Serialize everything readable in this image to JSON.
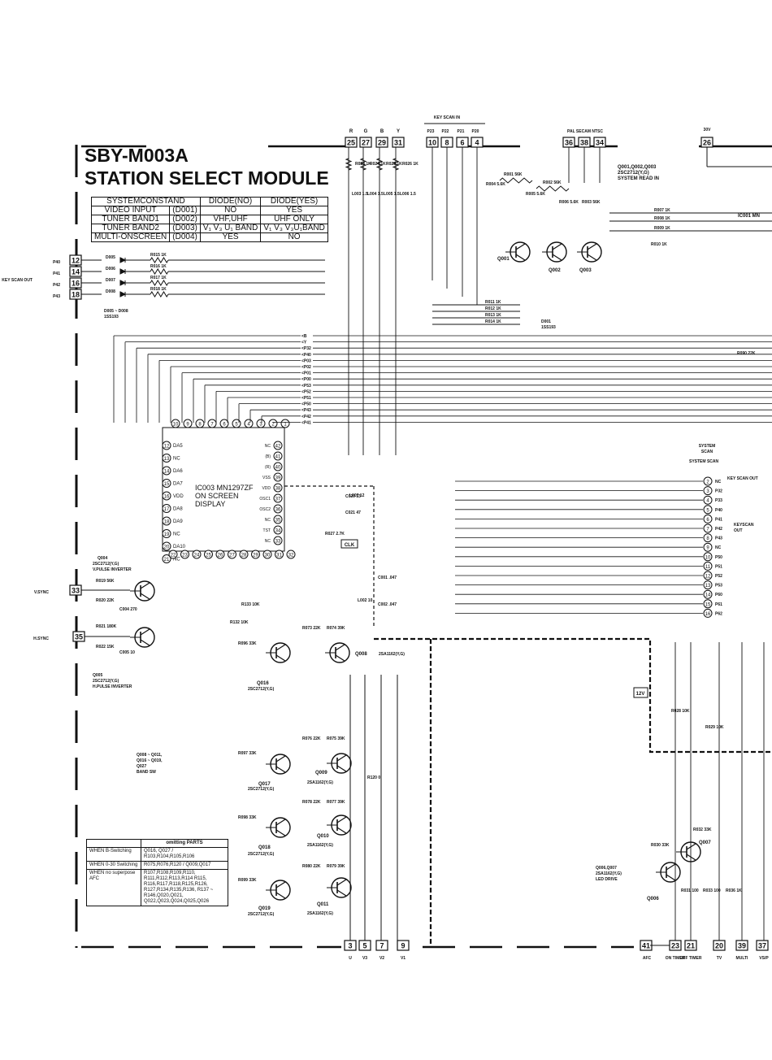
{
  "header": {
    "doc_code": "SBY-M003A",
    "title": "STATION SELECT MODULE"
  },
  "config_table": {
    "columns": [
      "SYSTEMCONSTAND",
      "DIODE(NO)",
      "DIODE(YES)"
    ],
    "rows": [
      {
        "label": "VIDEO INPUT",
        "ref": "(D001)",
        "no": "NO",
        "yes": "YES"
      },
      {
        "label": "TUNER BAND1",
        "ref": "(D002)",
        "no": "VHF,UHF",
        "yes": "UHF ONLY"
      },
      {
        "label": "TUNER BAND2",
        "ref": "(D003)",
        "no": "V₁ V₃ U₁ BAND",
        "yes": "V₁ V₃ V₃U₁BAND"
      },
      {
        "label": "MULTI-ONSCREEN",
        "ref": "(D004)",
        "no": "YES",
        "yes": "NO"
      }
    ]
  },
  "top_connectors": {
    "rgb_labels": [
      "R",
      "G",
      "B",
      "Y"
    ],
    "rgb_pins": [
      "25",
      "27",
      "29",
      "31"
    ],
    "key_scan_in_label": "KEY SCAN IN",
    "key_scan_ports": [
      "P23",
      "P22",
      "P21",
      "P20"
    ],
    "key_scan_pins": [
      "10",
      "8",
      "6",
      "4"
    ],
    "system_label": "PAL SECAM NTSC",
    "system_pins": [
      "36",
      "38",
      "34"
    ],
    "v30_label": "30V",
    "v30_pin": "26"
  },
  "left_connectors": {
    "key_scan_out_label": "KEY SCAN OUT",
    "ports": [
      "P40",
      "P41",
      "P42",
      "P43"
    ],
    "pins": [
      "12",
      "14",
      "16",
      "18"
    ],
    "vsync": {
      "label": "V.SYNC",
      "pin": "33"
    },
    "hsync": {
      "label": "H.SYNC",
      "pin": "35"
    }
  },
  "bottom_connectors": {
    "band_pins": [
      "3",
      "5",
      "7",
      "9"
    ],
    "band_labels": [
      "U",
      "V3",
      "V2",
      "V1"
    ],
    "right_pins": [
      "41",
      "23",
      "21",
      "20",
      "39",
      "37"
    ],
    "right_labels": [
      "AFC",
      "ON TIMER",
      "OFF TIMER",
      "TV",
      "MULTI",
      "VS/P"
    ]
  },
  "ic003": {
    "name": "IC003 MN1297ZF",
    "function_line1": "ON SCREEN",
    "function_line2": "DISPLAY"
  },
  "ic001": {
    "name_partial": "IC001 MN",
    "system_scan": "SYSTEM SCAN",
    "key_scan_out": "KEY SCAN OUT",
    "keyscan_out": "KEYSCAN OUT"
  },
  "notes": {
    "system_read_in": [
      "Q001,Q002,Q003",
      "2SC2712(Y,G)",
      "SYSTEM READ IN"
    ],
    "diodes": [
      "D005 ~ D008",
      "1SS193"
    ],
    "band_sw": [
      "Q008 ~ Q011,",
      "Q016 ~ Q019,",
      "Q027",
      "BAND SW"
    ],
    "led_drive": [
      "Q006,Q007",
      "2SA1162(Y,G)",
      "LED DRIVE"
    ],
    "q004": [
      "Q004",
      "2SC2712(Y,G)",
      "V.PULSE INVERTER"
    ],
    "q005": [
      "Q005",
      "2SC2712(Y,G)",
      "H.PULSE INVERTER"
    ],
    "power_12v": "12V",
    "clk": "CLK"
  },
  "omit_table": {
    "header": "omitting PARTS",
    "rows": [
      {
        "when": "WHEN B-Switching",
        "parts": "Q016, Q027 / R103,R104,R105,R106"
      },
      {
        "when": "WHEN 0-30 Switching",
        "parts": "R075,R076,R120 / Q009,Q017"
      },
      {
        "when": "WHEN no superpose AFC",
        "parts": "R107,R108,R109,R110, R111,R112,R113,R114 R115, R116,R117,R118,R125,R126, R127,R134,R135,R136, R137 ~ R146,Q020,Q021, Q022,Q023,Q024,Q025,Q026"
      }
    ]
  },
  "ic003_pins": {
    "top": [
      "10",
      "9",
      "8",
      "7",
      "6",
      "5",
      "4",
      "3",
      "2",
      "1"
    ],
    "left": [
      "12",
      "13",
      "14",
      "15",
      "16",
      "17",
      "18",
      "19",
      "20",
      "21"
    ],
    "right": [
      "42",
      "41",
      "40",
      "39",
      "38",
      "37",
      "36",
      "35",
      "34",
      "33"
    ],
    "bottom": [
      "22",
      "23",
      "24",
      "25",
      "26",
      "27",
      "28",
      "29",
      "30",
      "31",
      "32"
    ]
  },
  "ic003_left_labels": [
    "DA5",
    "NC",
    "DA6",
    "DA7",
    "VDD",
    "DA8",
    "DA9",
    "NC",
    "DA10",
    "NC"
  ],
  "ic003_right_labels": [
    "NC",
    "(B)",
    "(R)",
    "VSS",
    "VDD",
    "OSC1",
    "OSC2",
    "NC",
    "TST",
    "NC"
  ],
  "ic001_left_labels": [
    "NC",
    "P32",
    "P33",
    "P40",
    "P41",
    "P42",
    "P43",
    "NC",
    "P50",
    "P51",
    "P52",
    "P53",
    "P60",
    "P61",
    "P62"
  ],
  "bus_labels": [
    "B",
    "Y",
    "P32",
    "P40",
    "P03",
    "P02",
    "P01",
    "P00",
    "P53",
    "P52",
    "P51",
    "P50",
    "P43",
    "P42",
    "P41"
  ],
  "transistors": {
    "q001": "Q001",
    "q002": "Q002",
    "q003": "Q003",
    "q008": "Q008",
    "q008_part": "2SA1162(Y,G)",
    "q016": "Q016",
    "q016_part": "2SC2712(Y,G)",
    "q017": "Q017",
    "q017_part": "2SC2712(Y,G)",
    "q009": "Q009",
    "q009_part": "2SA1162(Y,G)",
    "q018": "Q018",
    "q018_part": "2SC2712(Y,G)",
    "q010": "Q010",
    "q010_part": "2SA1162(Y,G)",
    "q019": "Q019",
    "q019_part": "2SC2712(Y,G)",
    "q011": "Q011",
    "q011_part": "2SA1162(Y,G)",
    "q006": "Q006",
    "q007": "Q007"
  },
  "resistors": {
    "r015": "R015 1K",
    "r016": "R016 1K",
    "r017": "R017 1K",
    "r018": "R018 1K",
    "r001": "R001 56K",
    "r002": "R002 56K",
    "r004": "R004 5.6K",
    "r005": "R005 5.6K",
    "r006": "R006 5.6K",
    "r003": "R003 56K",
    "r007": "R007 1K",
    "r008": "R008 1K",
    "r009": "R009 1K",
    "r010": "R010 1K",
    "r011": "R011 1K",
    "r012": "R012 1K",
    "r013": "R013 1K",
    "r014": "R014 1K",
    "r090": "R090 22K",
    "r073": "R073 22K",
    "r074": "R074 39K",
    "r096": "R096 33K",
    "r076": "R076 22K",
    "r075": "R075 39K",
    "r097": "R097 33K",
    "r120": "R120 0",
    "r078": "R078 22K",
    "r077": "R077 39K",
    "r098": "R098 33K",
    "r080": "R080 22K",
    "r079": "R079 39K",
    "r099": "R099 33K",
    "r019": "R019 56K",
    "r020": "R020 22K",
    "r021": "R021 180K",
    "r022": "R022 15K",
    "r133": "R133 10K",
    "r132": "R132 10K",
    "r028": "R028 10K",
    "r029": "R029 10K",
    "r030": "R030 33K",
    "r032": "R032 33K",
    "r031": "R031 100",
    "r033": "R033 100",
    "r036": "R036 1K",
    "r027": "R027 2.7K",
    "r023": "R023 1K",
    "r024": "R024 1K",
    "r025": "R025 1K",
    "r026": "R026 1K"
  },
  "components": {
    "c004": "C004 270",
    "c005": "C005 10",
    "c001": "C001 .047",
    "c002": "C002 .047",
    "l002": "L002 10",
    "c020": "C020 33",
    "c021": "C021 47",
    "l007": "L007 12",
    "d001": "D001 1SS193",
    "l003": "L003 1.5",
    "l004": "L004 1.5",
    "l005": "L005 1.5",
    "l006": "L006 1.5"
  }
}
